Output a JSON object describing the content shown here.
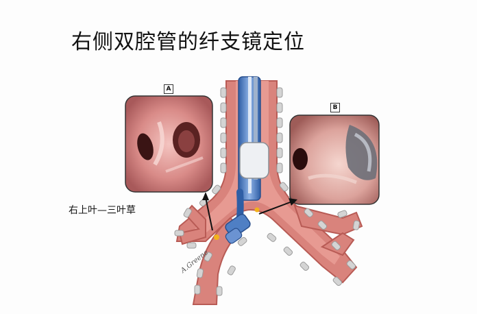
{
  "slide": {
    "title": "右侧双腔管的纤支镜定位",
    "caption": "右上叶—三叶草",
    "panel_a_label": "A",
    "panel_b_label": "B",
    "signature": "A.Greene"
  },
  "colors": {
    "airway": "#d9837c",
    "airway_dark": "#b85b55",
    "cartilage": "#cfcfcf",
    "tube_blue": "#4f7fc4",
    "cuff": "#e9ecef",
    "marker": "#f2b21c",
    "arrow": "#111111"
  }
}
